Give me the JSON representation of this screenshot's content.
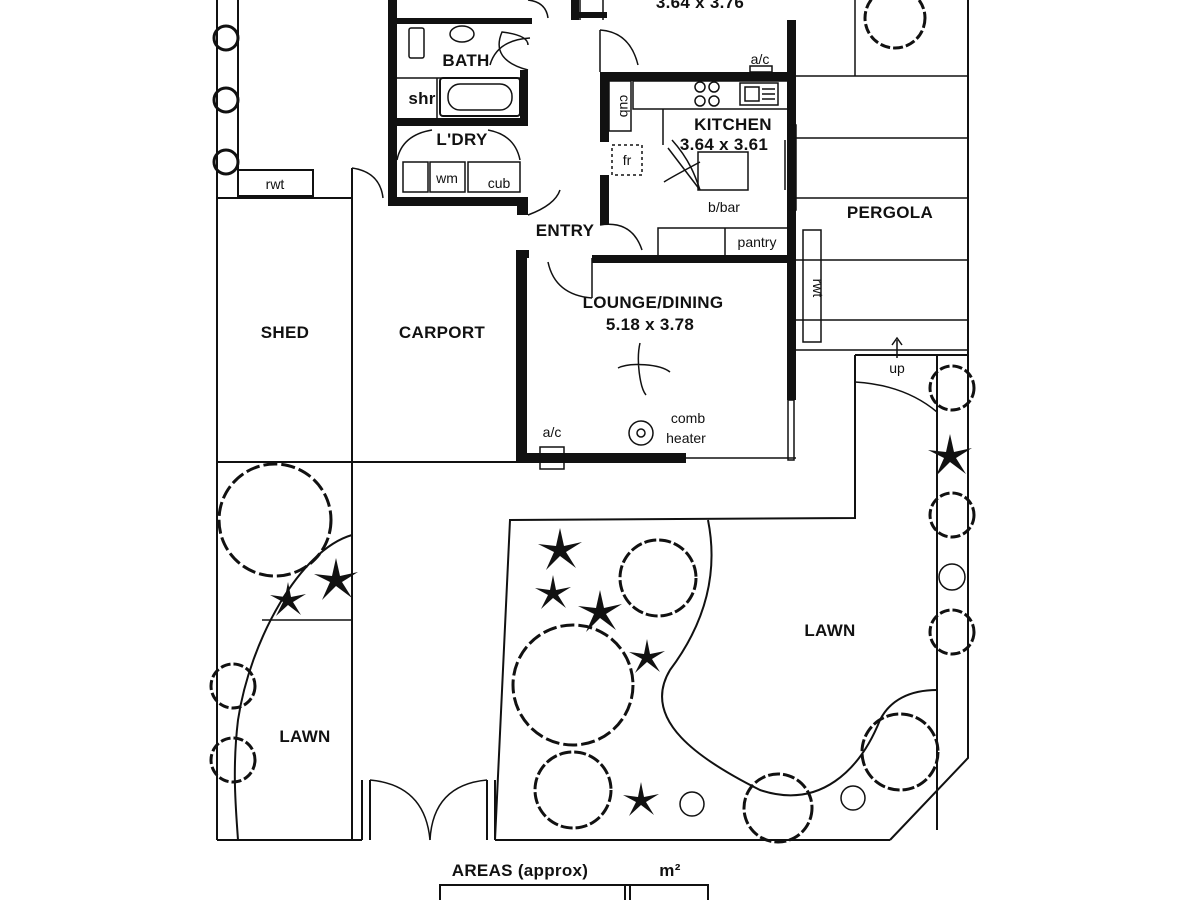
{
  "rooms": {
    "bedroom_dims": "3.64 x 3.76",
    "bath": "BATH",
    "shr": "shr",
    "ldry": "L'DRY",
    "wm": "wm",
    "cub_ldry": "cub",
    "cub_kitchen": "cub",
    "kitchen": "KITCHEN",
    "kitchen_dims": "3.64 x 3.61",
    "fr": "fr",
    "bbar": "b/bar",
    "pantry": "pantry",
    "entry": "ENTRY",
    "lounge": "LOUNGE/DINING",
    "lounge_dims": "5.18 x 3.78",
    "comb_heater_1": "comb",
    "comb_heater_2": "heater",
    "ac_top": "a/c",
    "ac_bottom": "a/c",
    "pergola": "PERGOLA",
    "rwt_left": "rwt",
    "rwt_right": "rwt",
    "up": "up",
    "shed": "SHED",
    "carport": "CARPORT",
    "lawn_left": "LAWN",
    "lawn_right": "LAWN"
  },
  "areas": {
    "title": "AREAS (approx)",
    "unit": "m²"
  }
}
